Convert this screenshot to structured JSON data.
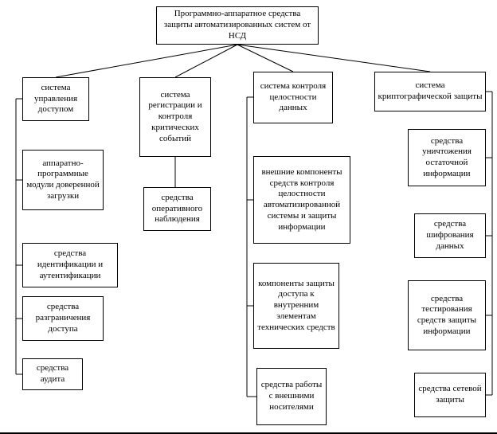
{
  "diagram": {
    "root": {
      "label": "Программно-аппаратное средства защиты автоматизированных систем от НСД"
    },
    "branches": [
      {
        "label": "система управления доступом",
        "children": [
          "аппаратно-программные модули доверенной загрузки",
          "средства идентификации и аутентификации",
          "средства разграничения доступа",
          "средства аудита"
        ]
      },
      {
        "label": "система регистрации и контроля критических событий",
        "children": [
          "средства оперативного наблюдения"
        ]
      },
      {
        "label": "система контроля целостности данных",
        "children": [
          "внешние компоненты средств контроля целостности автоматизированной системы и защиты информации",
          "компоненты защиты доступа к внутренним элементам технических средств",
          "средства работы с внешними носителями"
        ]
      },
      {
        "label": "система криптографической защиты",
        "children": [
          "средства уничтожения остаточной информации",
          "средства шифрования данных",
          "средства тестирования средств защиты информации",
          "средства сетевой защиты"
        ]
      }
    ]
  }
}
